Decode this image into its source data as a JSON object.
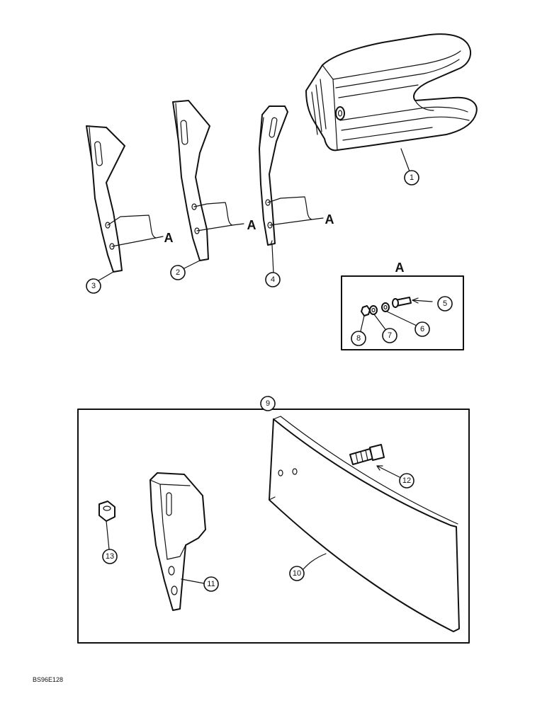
{
  "callouts": [
    {
      "id": "1",
      "label": "1"
    },
    {
      "id": "2",
      "label": "2"
    },
    {
      "id": "3",
      "label": "3"
    },
    {
      "id": "4",
      "label": "4"
    },
    {
      "id": "5",
      "label": "5"
    },
    {
      "id": "6",
      "label": "6"
    },
    {
      "id": "7",
      "label": "7"
    },
    {
      "id": "8",
      "label": "8"
    },
    {
      "id": "9",
      "label": "9"
    },
    {
      "id": "10",
      "label": "10"
    },
    {
      "id": "11",
      "label": "11"
    },
    {
      "id": "12",
      "label": "12"
    },
    {
      "id": "13",
      "label": "13"
    }
  ],
  "section_marker": "A",
  "detail_title": "A",
  "reference_code": "BS96E128",
  "colors": {
    "ink": "#111111",
    "paper": "#ffffff"
  }
}
